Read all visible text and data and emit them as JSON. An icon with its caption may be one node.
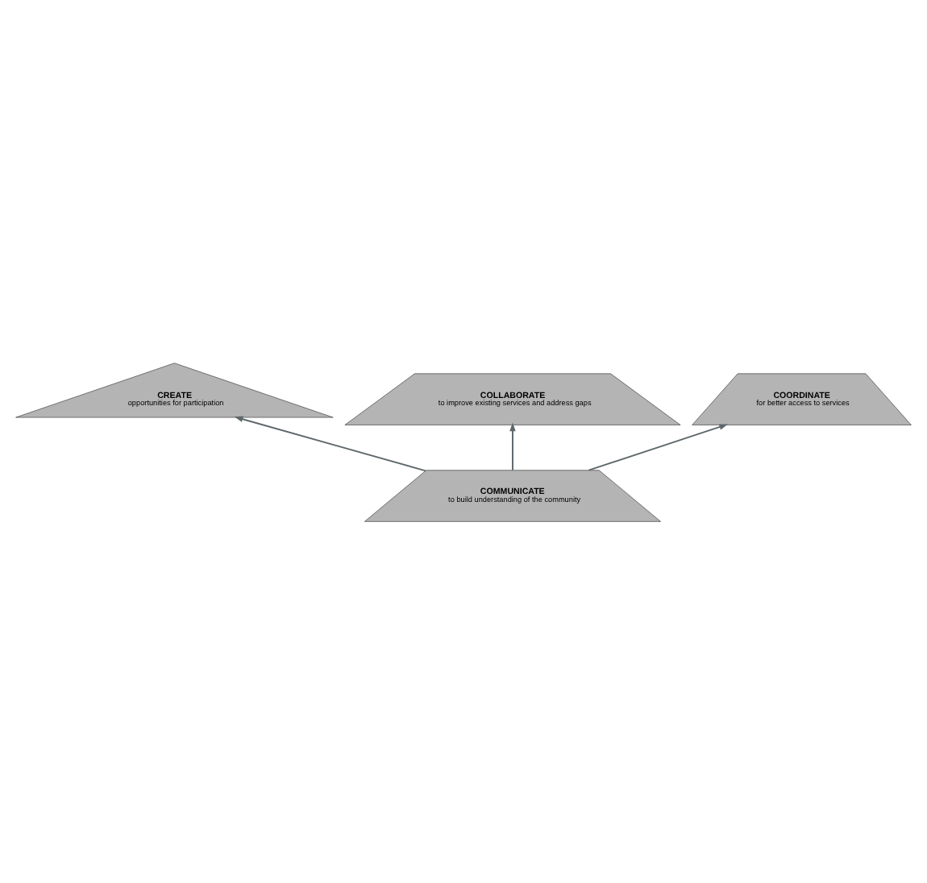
{
  "diagram": {
    "nodes": [
      {
        "text": [
          "CREATE",
          "opportunities for participation"
        ]
      },
      {
        "text": [
          "COLLABORATE",
          "to improve existing services and address gaps"
        ]
      },
      {
        "text": [
          "COORDINATE",
          "for better access to services"
        ]
      },
      {
        "text": [
          "COMMUNICATE",
          "to build understanding of the community"
        ]
      }
    ],
    "edges": [
      {
        "from": 3,
        "to": 2,
        "arrow": "to"
      },
      {
        "from": 3,
        "to": 1,
        "arrow": "to"
      },
      {
        "from": 3,
        "to": 0,
        "arrow": "to"
      }
    ]
  }
}
